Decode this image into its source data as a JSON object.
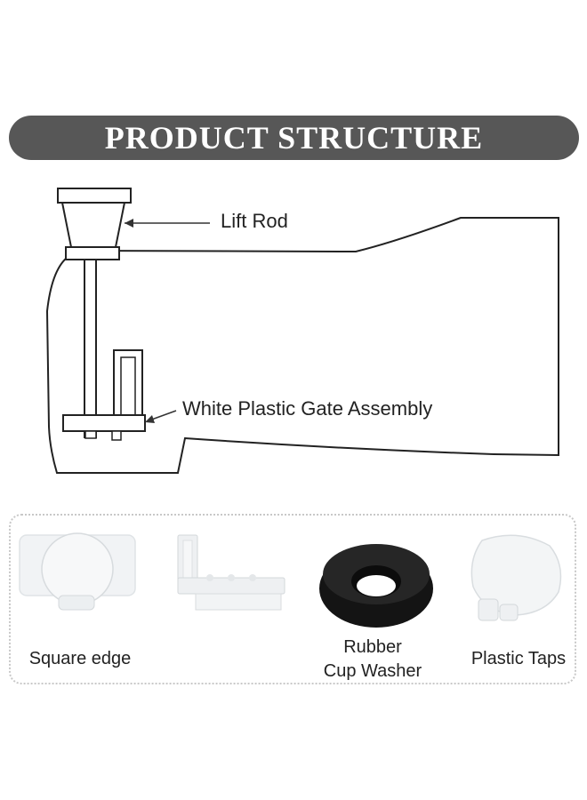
{
  "banner": {
    "title": "PRODUCT STRUCTURE"
  },
  "diagram": {
    "callouts": {
      "lift_rod": "Lift Rod",
      "gate_assembly": "White Plastic Gate Assembly"
    }
  },
  "parts": [
    {
      "label": "Square edge",
      "icon": "square-edge-part-icon"
    },
    {
      "label": "",
      "icon": "gate-assembly-part-icon"
    },
    {
      "label_line1": "Rubber",
      "label_line2": "Cup Washer",
      "icon": "rubber-cup-washer-icon"
    },
    {
      "label": "Plastic Taps",
      "icon": "plastic-tap-part-icon"
    }
  ],
  "colors": {
    "banner_bg": "#575757",
    "banner_text": "#ffffff",
    "washer": "#1a1a1a"
  }
}
